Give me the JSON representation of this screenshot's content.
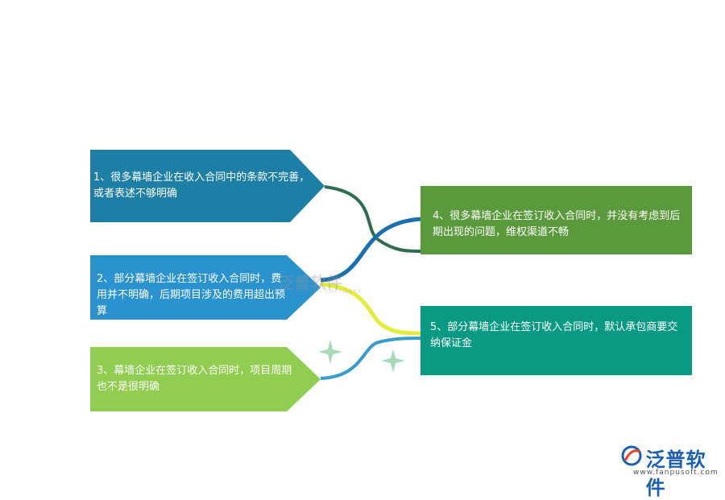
{
  "items": {
    "item1": "1、很多幕墙企业在收入合同中的条款不完善，或者表述不够明确",
    "item2": "2、部分幕墙企业在签订收入合同时，费用并不明确，后期项目涉及的费用超出预算",
    "item3": "3、幕墙企业在签订收入合同时，项目周期也不是很明确",
    "item4": "4、很多幕墙企业在签订收入合同时，并没有考虑到后期出现的问题，维权渠道不畅",
    "item5": "5、部分幕墙企业在签订收入合同时，默认承包商要交纳保证金"
  },
  "colors": {
    "box1": "#1e7fa6",
    "box2": "#2a93cf",
    "box3": "#91cd50",
    "box4": "#5a9a3c",
    "box5": "#0a9a84",
    "line_dark_green": "#2e6b4f",
    "line_blue": "#1a6fb0",
    "line_yellow": "#e4ed3a",
    "line_light_blue": "#3a9bcf",
    "star": "#a6dab8"
  },
  "watermark": {
    "name": "泛普软件",
    "sub": "FANPU SOFTWARE"
  },
  "logo": {
    "name": "泛普软件",
    "url": "www.fanpusoft.com"
  }
}
